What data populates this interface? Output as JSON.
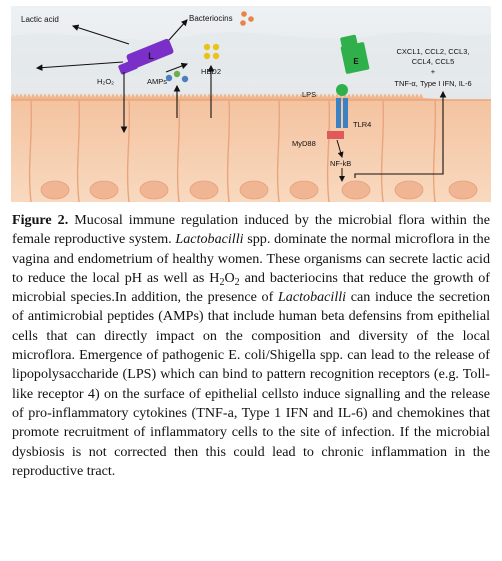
{
  "figure": {
    "labels": {
      "lactic_acid": "Lactic acid",
      "bacteriocins": "Bacteriocins",
      "h2o2": "H₂O₂",
      "amps": "AMPs",
      "hbd2": "HBD2",
      "lactobacillus_letter": "L",
      "ecoli_letter": "E",
      "lps": "LPS",
      "tlr4": "TLR4",
      "myd88": "MyD88",
      "nfkb": "NF-kB",
      "chemokines_line1": "CXCL1, CCL2, CCL3,",
      "chemokines_line2": "CCL4, CCL5",
      "plus": "+",
      "cytokines": "TNF-α, Type I IFN, IL-6"
    },
    "colors": {
      "lactobacillus": "#7a2fc8",
      "ecoli": "#2fb04a",
      "lps": "#2fb04a",
      "tlr4": "#3a82c4",
      "myd88": "#e05a5a",
      "bacteriocins": "#e8834a",
      "hbd2": "#e9c21a",
      "amps_blue": "#4a7fc0",
      "amps_green": "#6ab04a",
      "epithelium": "#f5c9a6"
    }
  },
  "caption": {
    "label": "Figure 2.",
    "s1": " Mucosal immune regulation induced by the microbial flora within the female reproductive system. ",
    "s2_italic": "Lactobacilli",
    "s3": " spp. dominate the normal microflora in the vagina and endometrium of healthy women. These organisms can secrete lactic acid to reduce the local pH as well as H",
    "s3_sub": "2",
    "s3b": "O",
    "s3b_sub": "2",
    "s4": " and bacteriocins that reduce the growth of microbial species.In addition, the presence of ",
    "s5_italic": "Lactobacilli",
    "s6": " can induce the secretion of antimicrobial peptides (AMPs) that include human beta defensins from epithelial cells that can directly impact on the composition and diversity of the local microflora. Emergence of pathogenic E. coli/Shigella spp. can lead to the release of lipopolysaccharide (LPS) which can bind to pattern recognition receptors (e.g. Toll-like receptor 4) on the surface of epithelial cellsto induce signalling and the release of pro-inflammatory cytokines (TNF-a, Type 1 IFN and IL-6) and chemokines that promote recruitment of inflammatory cells to the site of infection. If the microbial dysbiosis is not corrected then this could lead to chronic inflammation in the reproductive tract."
  }
}
